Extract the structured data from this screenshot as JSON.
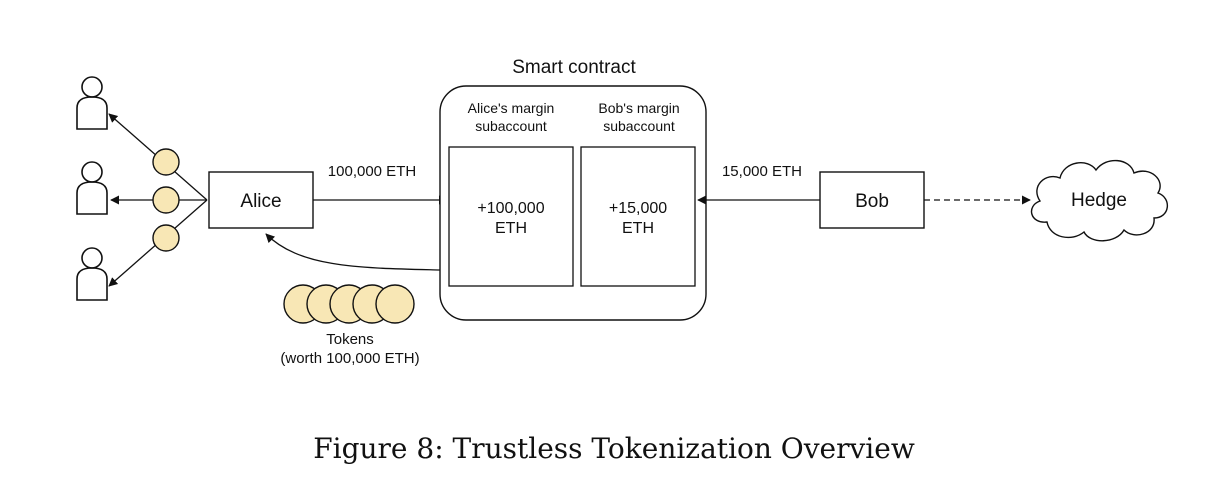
{
  "contract": {
    "title": "Smart contract",
    "alice_sub_line1": "Alice's margin",
    "alice_sub_line2": "subaccount",
    "bob_sub_line1": "Bob's margin",
    "bob_sub_line2": "subaccount",
    "alice_amount_line1": "+100,000",
    "alice_amount_line2": "ETH",
    "bob_amount_line1": "+15,000",
    "bob_amount_line2": "ETH"
  },
  "nodes": {
    "alice": "Alice",
    "bob": "Bob",
    "hedge": "Hedge"
  },
  "edges": {
    "alice_deposit": "100,000 ETH",
    "bob_deposit": "15,000 ETH"
  },
  "tokens": {
    "label_line1": "Tokens",
    "label_line2": "(worth 100,000 ETH)"
  },
  "caption": "Figure 8: Trustless Tokenization Overview",
  "colors": {
    "token_fill": "#f8e7b5",
    "stroke": "#111111"
  }
}
